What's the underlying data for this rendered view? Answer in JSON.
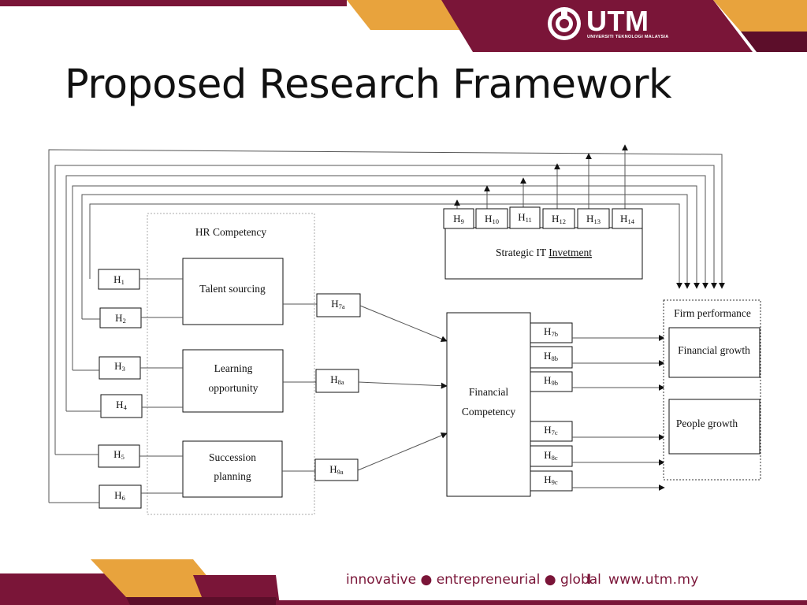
{
  "slide": {
    "title": "Proposed Research Framework",
    "logo": {
      "name": "UTM",
      "subtitle": "UNIVERSITI TEKNOLOGI MALAYSIA",
      "emblem_icon": "utm-crest-icon"
    },
    "footer": {
      "tagline": "innovative ● entrepreneurial ● global",
      "separator": "I",
      "url": "www.utm.my"
    },
    "colors": {
      "maroon": "#7a1538",
      "gold": "#e8a33d",
      "dark_maroon": "#5c0e2a"
    }
  },
  "diagram": {
    "hr_competency": {
      "title": "HR Competency",
      "talent_sourcing": "Talent sourcing",
      "learning": [
        "Learning",
        "opportunity"
      ],
      "succession": [
        "Succession",
        "planning"
      ]
    },
    "hypotheses_left": [
      {
        "base": "H",
        "sub": "1"
      },
      {
        "base": "H",
        "sub": "2"
      },
      {
        "base": "H",
        "sub": "3"
      },
      {
        "base": "H",
        "sub": "4"
      },
      {
        "base": "H",
        "sub": "5"
      },
      {
        "base": "H",
        "sub": "6"
      }
    ],
    "hypotheses_mediating_a": [
      {
        "base": "H",
        "sub": "7a"
      },
      {
        "base": "H",
        "sub": "8a"
      },
      {
        "base": "H",
        "sub": "9a"
      }
    ],
    "financial_competency": [
      "Financial",
      "Competency"
    ],
    "hypotheses_outcome": [
      {
        "base": "H",
        "sub": "7b"
      },
      {
        "base": "H",
        "sub": "8b"
      },
      {
        "base": "H",
        "sub": "9b"
      },
      {
        "base": "H",
        "sub": "7c"
      },
      {
        "base": "H",
        "sub": "8c"
      },
      {
        "base": "H",
        "sub": "9c"
      }
    ],
    "strategic_it": {
      "label_prefix": "Strategic IT ",
      "label_misspelled": "Invetment",
      "hypotheses": [
        {
          "base": "H",
          "sub": "9"
        },
        {
          "base": "H",
          "sub": "10"
        },
        {
          "base": "H",
          "sub": "11"
        },
        {
          "base": "H",
          "sub": "12"
        },
        {
          "base": "H",
          "sub": "13"
        },
        {
          "base": "H",
          "sub": "14"
        }
      ]
    },
    "firm_performance": {
      "title": "Firm performance",
      "financial_growth": "Financial growth",
      "people_growth": "People growth"
    }
  }
}
